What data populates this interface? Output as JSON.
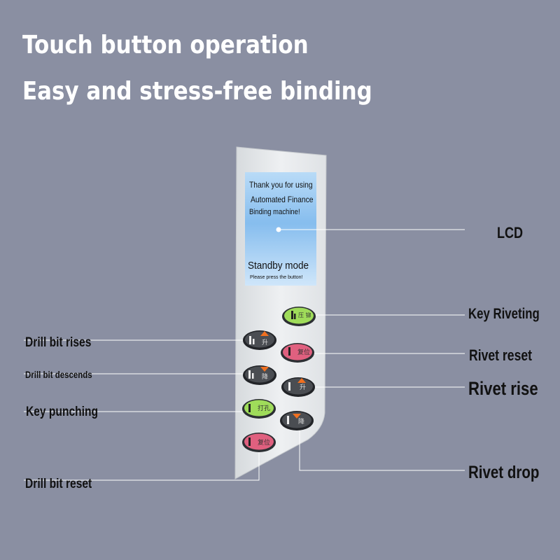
{
  "headline": {
    "line1": "Touch button operation",
    "line2": "Easy and stress-free binding"
  },
  "lcd": {
    "line1": "Thank you for using",
    "line2": "Automated Finance",
    "line3": "Binding machine!",
    "mode": "Standby mode",
    "prompt": "Please press the button!",
    "screen_color": "#8fc4ef"
  },
  "buttons": {
    "riveting": {
      "glyph": "压 铆",
      "color": "#9fdc5a"
    },
    "rivet_reset": {
      "glyph": "复位",
      "color": "#e0607f"
    },
    "rivet_rise": {
      "glyph": "升",
      "color": "#4a4d52"
    },
    "rivet_drop": {
      "glyph": "降",
      "color": "#4a4d52"
    },
    "drill_rise": {
      "glyph": "升",
      "color": "#4a4d52"
    },
    "drill_descend": {
      "glyph": "降",
      "color": "#4a4d52"
    },
    "punching": {
      "glyph": "打孔",
      "color": "#9fdc5a"
    },
    "drill_reset": {
      "glyph": "复位",
      "color": "#e0607f"
    }
  },
  "callouts": {
    "lcd": "LCD",
    "key_riveting": "Key Riveting",
    "rivet_reset": "Rivet reset",
    "rivet_rise": "Rivet rise",
    "rivet_drop": "Rivet drop",
    "drill_rises": "Drill bit rises",
    "drill_descends": "Drill bit descends",
    "key_punching": "Key punching",
    "drill_reset": "Drill bit reset"
  },
  "colors": {
    "background": "#8a8fa2",
    "panel": "#e4e7ea",
    "callout_line": "#ffffff",
    "arrow_orange": "#f07020"
  }
}
